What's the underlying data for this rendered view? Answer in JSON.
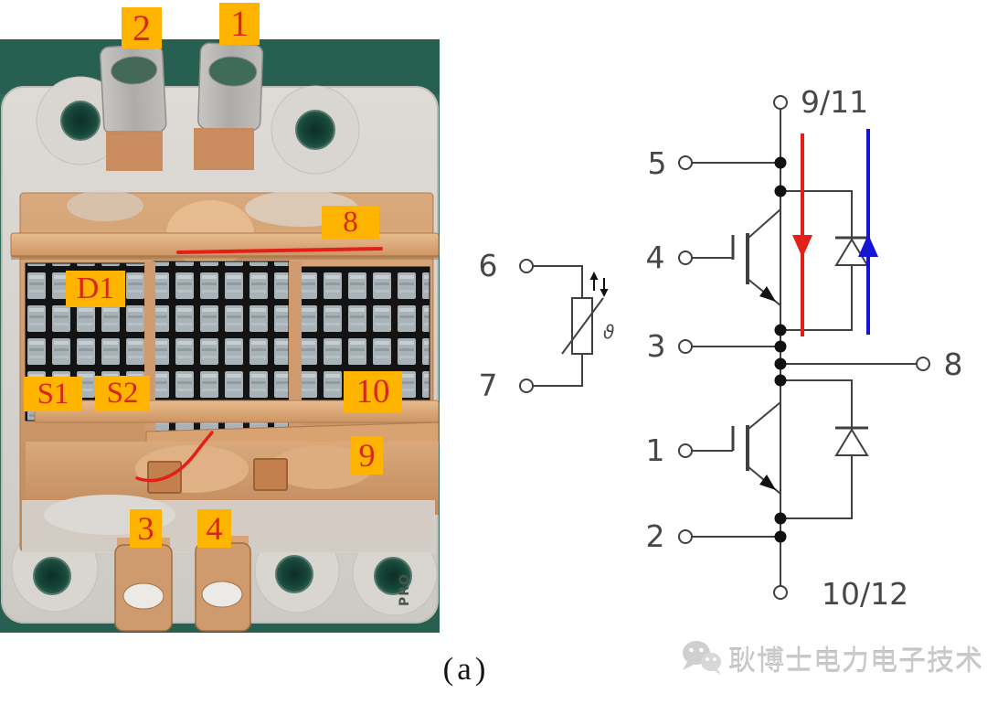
{
  "figure": {
    "caption": "(a)",
    "watermark": "耿博士电力电子技术"
  },
  "photo": {
    "description_labels": "yellow tags identifying module terminals and dies",
    "labels": {
      "t2": "2",
      "t1": "1",
      "t8": "8",
      "d1": "D1",
      "s1": "S1",
      "s2": "S2",
      "t10": "10",
      "t9": "9",
      "t3": "3",
      "t4": "4"
    },
    "side_marking": "PRO",
    "colors": {
      "label_bg": "#ffb400",
      "label_text": "#d8261b",
      "pcb_green": "#2d6a57",
      "copper": "#cf9a6e",
      "highlight_red": "#e32017"
    }
  },
  "schematic": {
    "terminals": {
      "top": "9/11",
      "bottom": "10/12",
      "t5": "5",
      "t4": "4",
      "t3": "3",
      "t1": "1",
      "t2": "2",
      "t8": "8",
      "t6": "6",
      "t7": "7"
    },
    "thermistor_symbol": "ϑ",
    "thermistor_arrows_up": "↑",
    "thermistor_arrows_down": "↓",
    "colors": {
      "line": "#404040",
      "igbt_current_arrow": "#e32017",
      "diode_current_arrow": "#1513d6"
    }
  }
}
